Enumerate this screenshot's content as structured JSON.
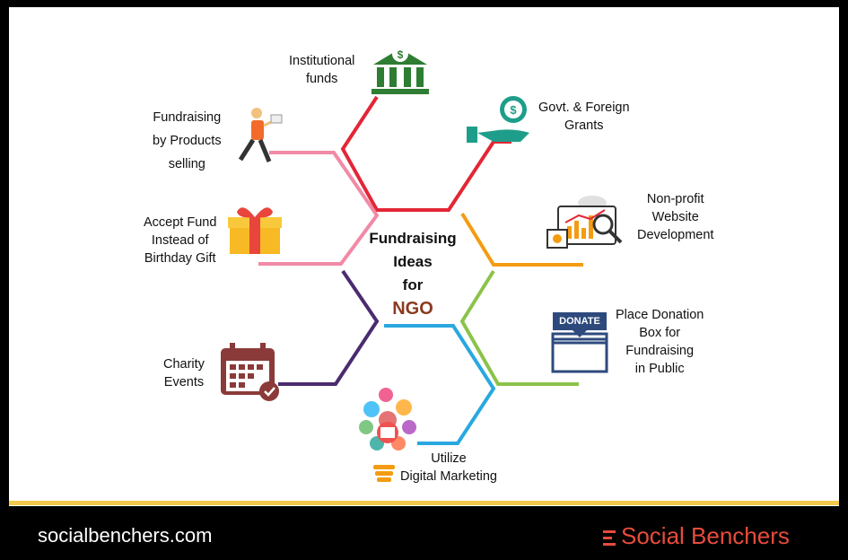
{
  "center": {
    "line1": "Fundraising",
    "line2": "Ideas",
    "line3": "for",
    "line4": "NGO"
  },
  "ideas": {
    "institutional": [
      "Institutional",
      "funds"
    ],
    "grants": [
      "Govt. & Foreign",
      "Grants"
    ],
    "products": [
      "Fundraising",
      "by Products",
      "selling"
    ],
    "website": [
      "Non-profit",
      "Website",
      "Development"
    ],
    "birthday": [
      "Accept Fund",
      "Instead of",
      "Birthday Gift"
    ],
    "donation_box": [
      "Place Donation",
      "Box for",
      "Fundraising",
      "in Public"
    ],
    "charity": [
      "Charity",
      "Events"
    ],
    "digital": [
      "Utilize",
      "Digital Marketing"
    ]
  },
  "donate_sign": "DONATE",
  "footer": {
    "site": "socialbenchers.com",
    "brand": "Social Benchers"
  },
  "colors": {
    "red": "#e32636",
    "pink": "#f08aa6",
    "orange": "#f39c12",
    "green": "#8bc34a",
    "purple": "#4a2c6e",
    "blue": "#29a8e0",
    "gold": "#f2c94c"
  }
}
